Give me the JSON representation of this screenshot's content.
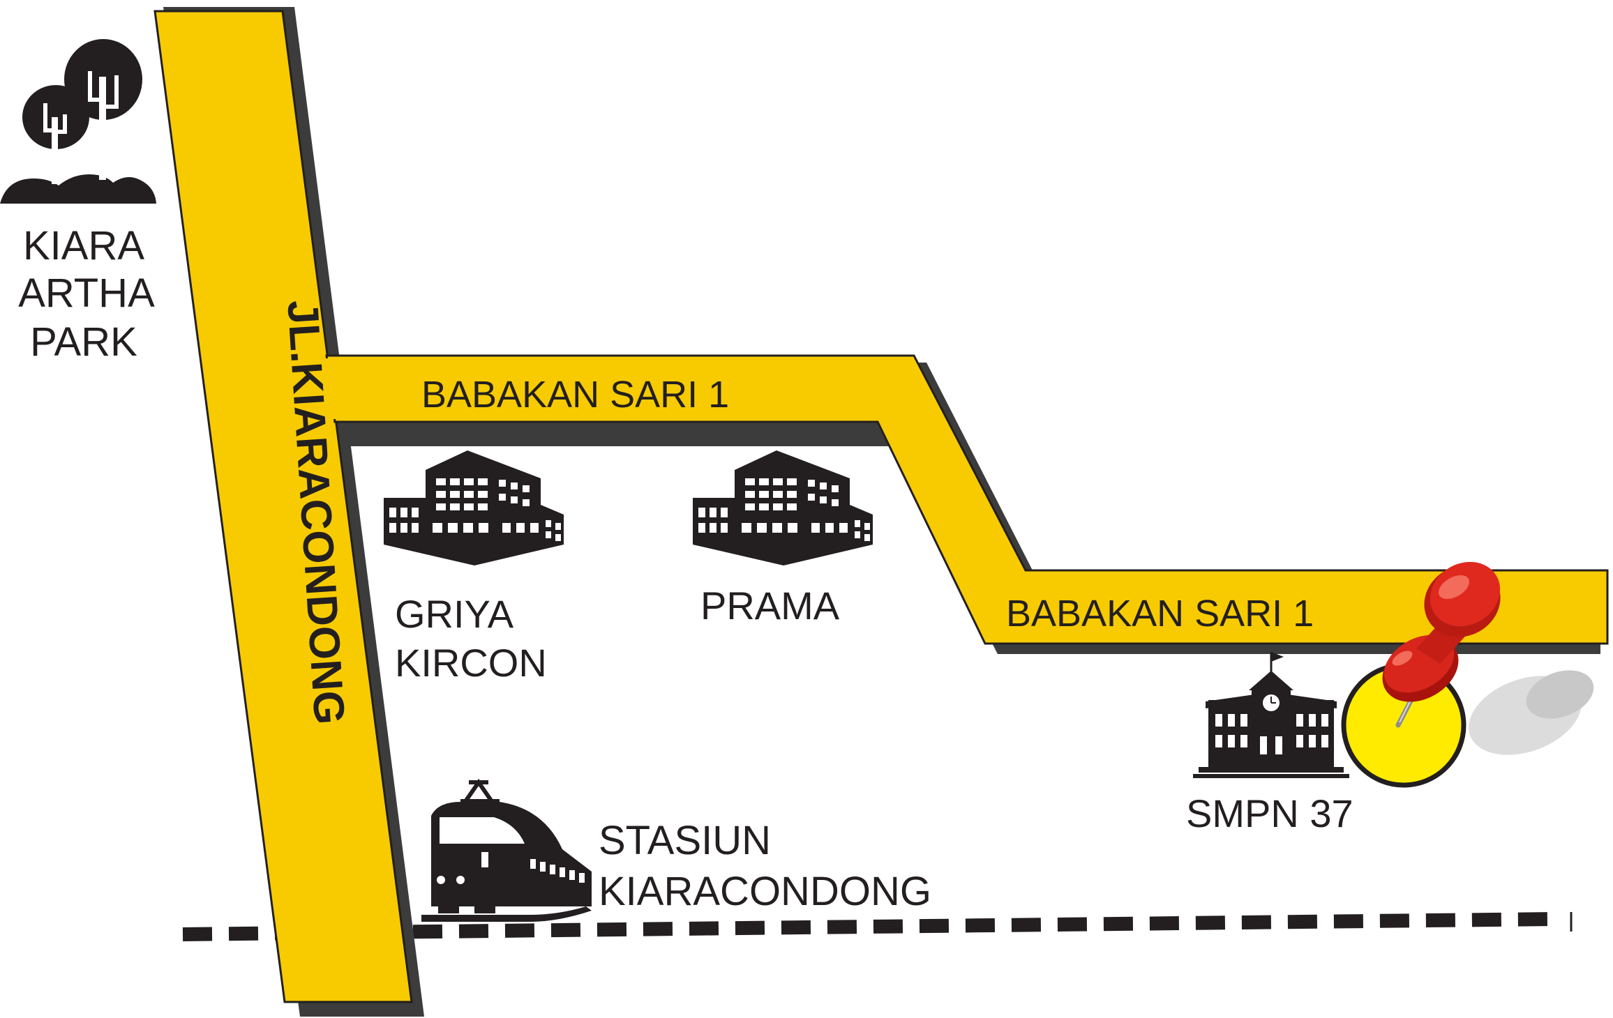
{
  "colors": {
    "road_fill": "#F7CB00",
    "road_outline": "#231F20",
    "road_shadow": "#3C3C3C",
    "text": "#231F20",
    "railway": "#231F20",
    "pin_head": "#D9261C",
    "pin_highlight": "#F26B5B",
    "destination_circle": "#FFEB00",
    "background": "#FFFFFF"
  },
  "roads": {
    "main": {
      "label": "JL.KIARACONDONG"
    },
    "branch_upper": {
      "label": "BABAKAN SARI 1"
    },
    "branch_lower": {
      "label": "BABAKAN SARI 1"
    }
  },
  "landmarks": {
    "park": {
      "line1": "KIARA",
      "line2": "ARTHA",
      "line3": "PARK",
      "icon": "trees-icon"
    },
    "griya": {
      "line1": "GRIYA",
      "line2": "KIRCON",
      "icon": "building-icon"
    },
    "prama": {
      "line1": "PRAMA",
      "icon": "building-icon"
    },
    "station": {
      "line1": "STASIUN",
      "line2": "KIARACONDONG",
      "icon": "train-icon"
    },
    "school": {
      "line1": "SMPN 37",
      "icon": "school-icon"
    }
  },
  "destination": {
    "icon": "map-pin-icon"
  }
}
